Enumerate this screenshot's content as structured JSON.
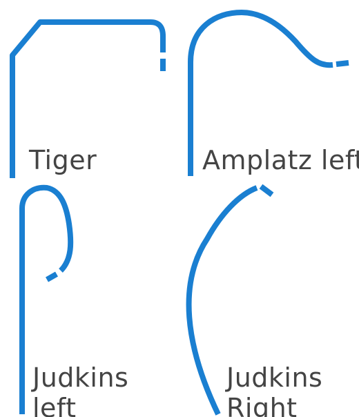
{
  "colors": {
    "catheter": "#1a7fd1",
    "label": "#444444",
    "background": "#ffffff"
  },
  "catheters": [
    {
      "id": "tiger",
      "label_lines": [
        "Tiger"
      ]
    },
    {
      "id": "amplatz-left",
      "label_lines": [
        "Amplatz left"
      ]
    },
    {
      "id": "judkins-left",
      "label_lines": [
        "Judkins",
        "left"
      ]
    },
    {
      "id": "judkins-right",
      "label_lines": [
        "Judkins",
        "Right"
      ]
    }
  ]
}
